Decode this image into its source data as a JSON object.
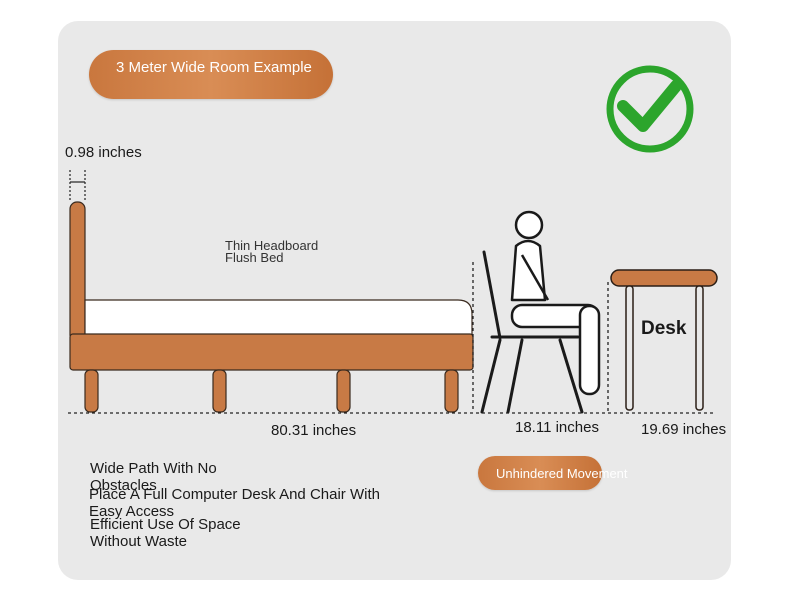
{
  "title": "3 Meter Wide Room Example",
  "headboard_thickness": "0.98 inches",
  "bed_note": {
    "line1": "Thin Headboard",
    "line2": "Flush Bed"
  },
  "desk_label": "Desk",
  "dimensions": {
    "bed_length": "80.31 inches",
    "chair_space": "18.11 inches",
    "desk_depth": "19.69 inches"
  },
  "features": [
    "Wide Path With No Obstacles",
    "Place A Full Computer Desk And Chair With Easy Access",
    "Efficient Use Of Space Without Waste"
  ],
  "movement_label": "Unhindered Movement",
  "colors": {
    "wood": "#c87a45",
    "check": "#2ca52c",
    "card": "#e9e9e9"
  },
  "icons": [
    "checkmark-circle-icon",
    "person-icon",
    "chair-icon"
  ]
}
